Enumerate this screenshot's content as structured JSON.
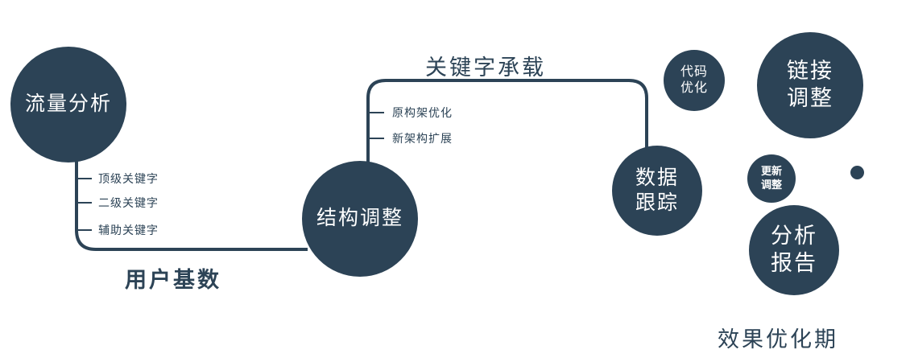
{
  "colors": {
    "primary": "#2c4356",
    "background": "#ffffff",
    "text_on_node": "#ffffff"
  },
  "nodes": {
    "traffic": {
      "label": "流量分析"
    },
    "structure": {
      "label": "结构调整"
    },
    "tracking": {
      "line1": "数据",
      "line2": "跟踪"
    },
    "code": {
      "line1": "代码",
      "line2": "优化"
    },
    "link": {
      "line1": "链接",
      "line2": "调整"
    },
    "update": {
      "line1": "更新",
      "line2": "调整"
    },
    "report": {
      "line1": "分析",
      "line2": "报告"
    }
  },
  "edge_labels": {
    "keyword_carry": "关键字承载",
    "user_base": "用户基数",
    "effect_period": "效果优化期"
  },
  "branch_labels": {
    "traffic_branch": [
      "顶级关键字",
      "二级关键字",
      "辅助关键字"
    ],
    "structure_branch": [
      "原构架优化",
      "新架构扩展"
    ]
  }
}
